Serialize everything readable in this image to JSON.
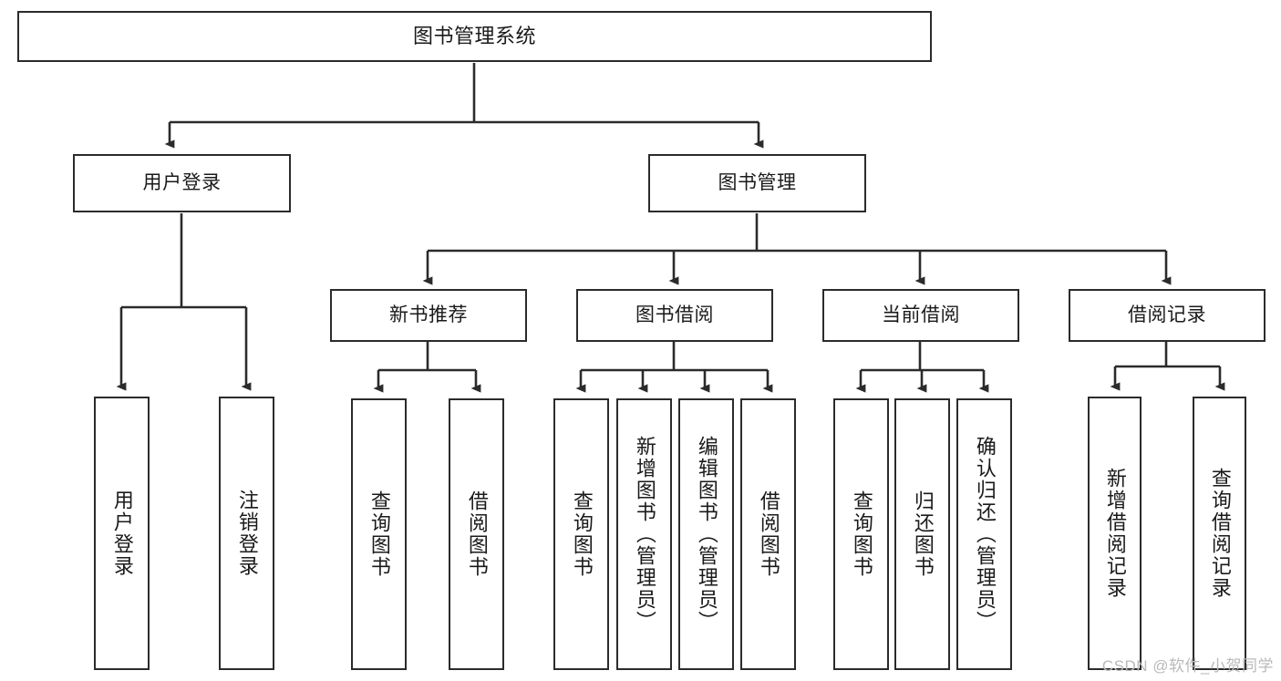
{
  "diagram": {
    "title": "图书管理系统",
    "type": "tree",
    "watermark": "CSDN @软件_小贺同学",
    "colors": {
      "box_border": "#2b2b2b",
      "box_fill": "#ffffff",
      "connector": "#2b2b2b",
      "text": "#1a1a1a",
      "watermark": "#b9b9b9"
    },
    "nodes": {
      "root": {
        "label": "图书管理系统"
      },
      "level2": [
        {
          "label": "用户登录"
        },
        {
          "label": "图书管理"
        }
      ],
      "level3": [
        {
          "label": "新书推荐"
        },
        {
          "label": "图书借阅"
        },
        {
          "label": "当前借阅"
        },
        {
          "label": "借阅记录"
        }
      ],
      "leaves_user_login": [
        {
          "label": "用户登录"
        },
        {
          "label": "注销登录"
        }
      ],
      "leaves_new_book": [
        {
          "label": "查询图书"
        },
        {
          "label": "借阅图书"
        }
      ],
      "leaves_borrow": [
        {
          "label": "查询图书"
        },
        {
          "label": "新增图书（管理员）"
        },
        {
          "label": "编辑图书（管理员）"
        },
        {
          "label": "借阅图书"
        }
      ],
      "leaves_current": [
        {
          "label": "查询图书"
        },
        {
          "label": "归还图书"
        },
        {
          "label": "确认归还（管理员）"
        }
      ],
      "leaves_records": [
        {
          "label": "新增借阅记录"
        },
        {
          "label": "查询借阅记录"
        }
      ]
    }
  }
}
